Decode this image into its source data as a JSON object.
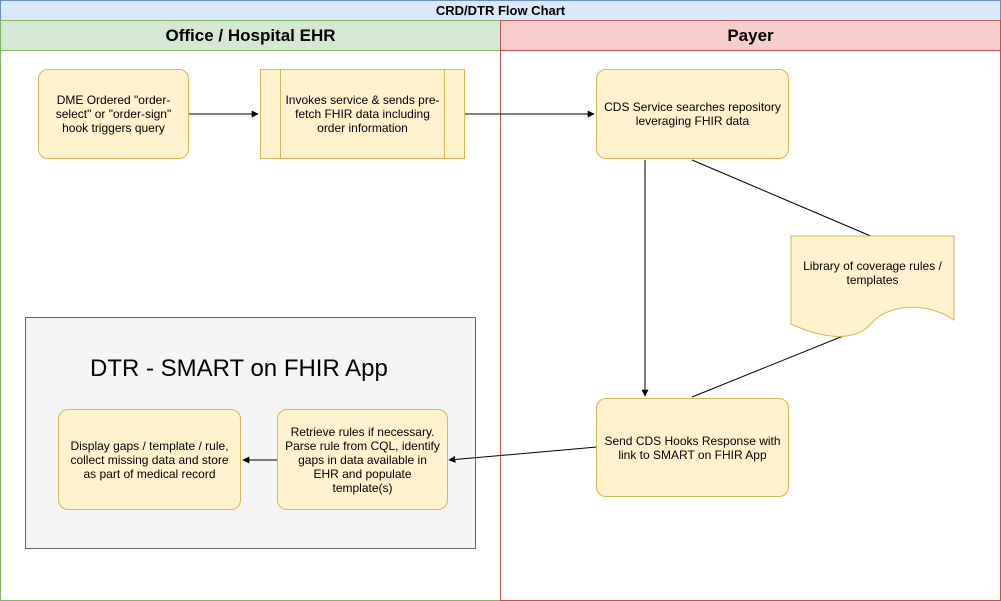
{
  "diagram": {
    "title": "CRD/DTR Flow Chart",
    "lanes": {
      "ehr": "Office / Hospital EHR",
      "payer": "Payer"
    },
    "group_title": "DTR - SMART on FHIR App",
    "nodes": {
      "dme_order": "DME Ordered \"order-select\" or \"order-sign\" hook triggers query",
      "invoke_service": "Invokes service & sends pre-fetch FHIR data including order information",
      "cds_search": "CDS Service searches repository leveraging FHIR data",
      "library": "Library of coverage rules / templates",
      "send_response": "Send CDS Hooks Response with link to SMART on FHIR App",
      "retrieve_rules": "Retrieve rules if necessary. Parse rule from CQL, identify gaps in data available in EHR and populate template(s)",
      "display_gaps": "Display gaps / template / rule, collect missing data and store as part of medical record"
    },
    "colors": {
      "node_fill": "#fff2cc",
      "node_stroke": "#d6b656",
      "ehr_lane": "#d5e8d4",
      "payer_lane": "#f8cecc",
      "title_bar": "#dae8fc"
    }
  }
}
